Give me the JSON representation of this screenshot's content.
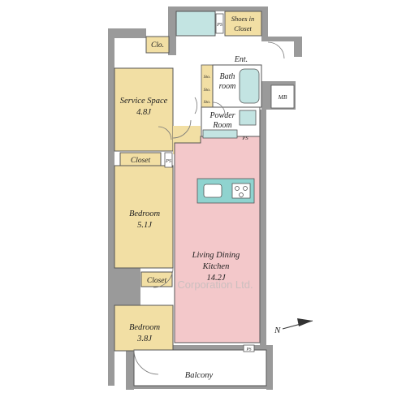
{
  "rooms": {
    "service_space": {
      "name": "Service Space",
      "size": "4.8J"
    },
    "bedroom1": {
      "name": "Bedroom",
      "size": "5.1J"
    },
    "bedroom2": {
      "name": "Bedroom",
      "size": "3.8J"
    },
    "ldk": {
      "line1": "Living Dining",
      "line2": "Kitchen",
      "size": "14.2J"
    },
    "bathroom": {
      "line1": "Bath",
      "line2": "room"
    },
    "powder_room": {
      "line1": "Powder",
      "line2": "Room"
    },
    "balcony": "Balcony",
    "entrance": "Ent.",
    "shoes_closet": {
      "line1": "Shoes in",
      "line2": "Closet"
    }
  },
  "storage": {
    "clo": "Clo.",
    "closet1": "Closet",
    "closet2": "Closet",
    "sto": [
      "Sto.",
      "Sto.",
      "Sto."
    ]
  },
  "markers": {
    "ps": "PS",
    "mb": "MB"
  },
  "watermark": "Corporation Ltd.",
  "compass": {
    "label": "N"
  },
  "colors": {
    "rooms": "#f2dfa4",
    "ldk": "#f3c8ca",
    "wet": "#c3e4e2",
    "wall": "#9a9a9a",
    "kitchen": "#8fd3cf"
  }
}
